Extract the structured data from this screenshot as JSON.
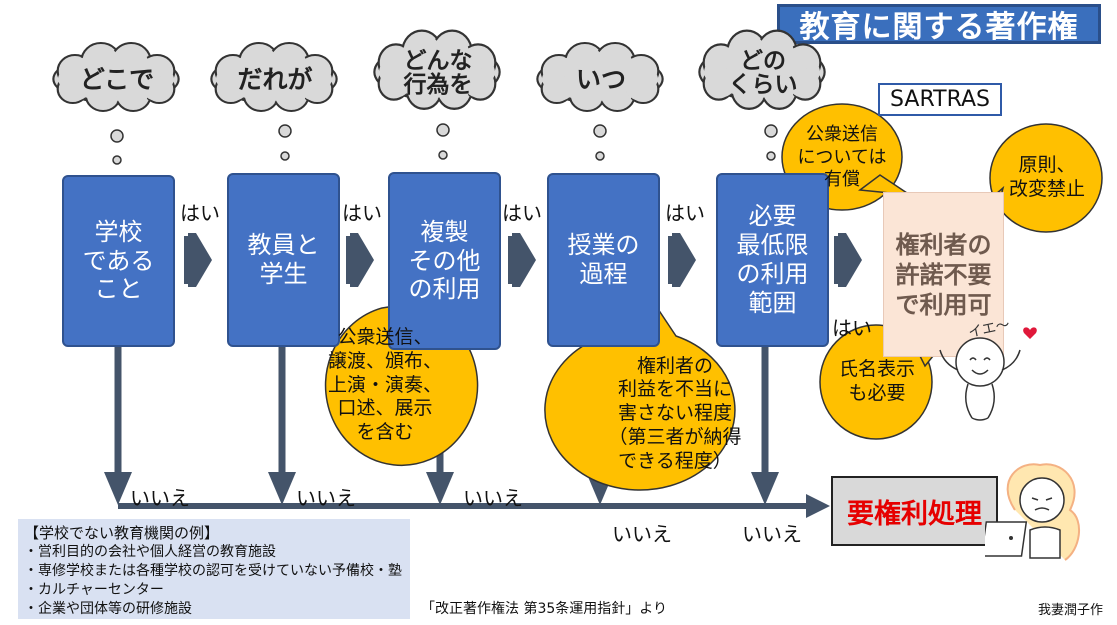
{
  "title": "教育に関する著作権",
  "clouds": [
    {
      "label": "どこで"
    },
    {
      "label": "だれが"
    },
    {
      "label": "どんな\n行為を"
    },
    {
      "label": "いつ"
    },
    {
      "label": "どの\nくらい"
    }
  ],
  "steps": [
    {
      "label": "学校\nである\nこと"
    },
    {
      "label": "教員と\n学生"
    },
    {
      "label": "複製\nその他\nの利用"
    },
    {
      "label": "授業の\n過程"
    },
    {
      "label": "必要\n最低限\nの利用\n範囲"
    }
  ],
  "yes_label": "はい",
  "no_label": "いいえ",
  "sartras": "SARTRAS",
  "result": "権利者の\n許諾不要\nで利用可",
  "process": "要権利処理",
  "bubbles": {
    "public_transmission": "公衆送信、\n譲渡、頒布、\n上演・演奏、\n口述、展示\nを含む",
    "rights_holder": "権利者の\n利益を不当に\n害さない程度\n（第三者が納得\nできる程度）",
    "paid": "公衆送信\nについては\n有償",
    "principle": "原則、\n改変禁止",
    "attribution": "氏名表示\nも必要"
  },
  "character_speech": "イエ〜",
  "examples": {
    "title": "【学校でない教育機関の例】",
    "items": [
      "・営利目的の会社や個人経営の教育施設",
      "・専修学校または各種学校の認可を受けていない予備校・塾",
      "・カルチャーセンター",
      "・企業や団体等の研修施設"
    ]
  },
  "source": "「改正著作権法 第35条運用指針」より",
  "author": "我妻潤子作",
  "colors": {
    "step_blue": "#4472c4",
    "arrow_navy": "#44546a",
    "bubble_gold": "#ffc000",
    "title_blue": "#3a6fbd",
    "result_peach": "#fbe5d6",
    "process_red": "#e60000",
    "examples_bg": "#d9e1f2"
  }
}
